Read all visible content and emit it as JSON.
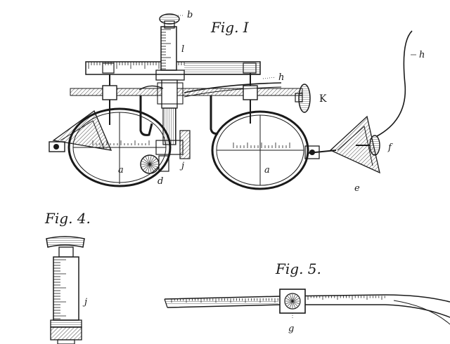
{
  "figures": {
    "fig1": {
      "title": "Fig. I"
    },
    "fig4": {
      "title": "Fig. 4."
    },
    "fig5": {
      "title": "Fig. 5."
    }
  },
  "labels": {
    "b": "b",
    "l": "l",
    "h_tube": "h",
    "h_cable": "h",
    "k": "K",
    "j_fig1": "j",
    "d": "d",
    "a_left": "a",
    "a_right": "a",
    "e": "e",
    "f": "f",
    "j_fig4": "j",
    "g": "g"
  },
  "colors": {
    "ink": "#1a1a1a",
    "paper": "#ffffff"
  }
}
